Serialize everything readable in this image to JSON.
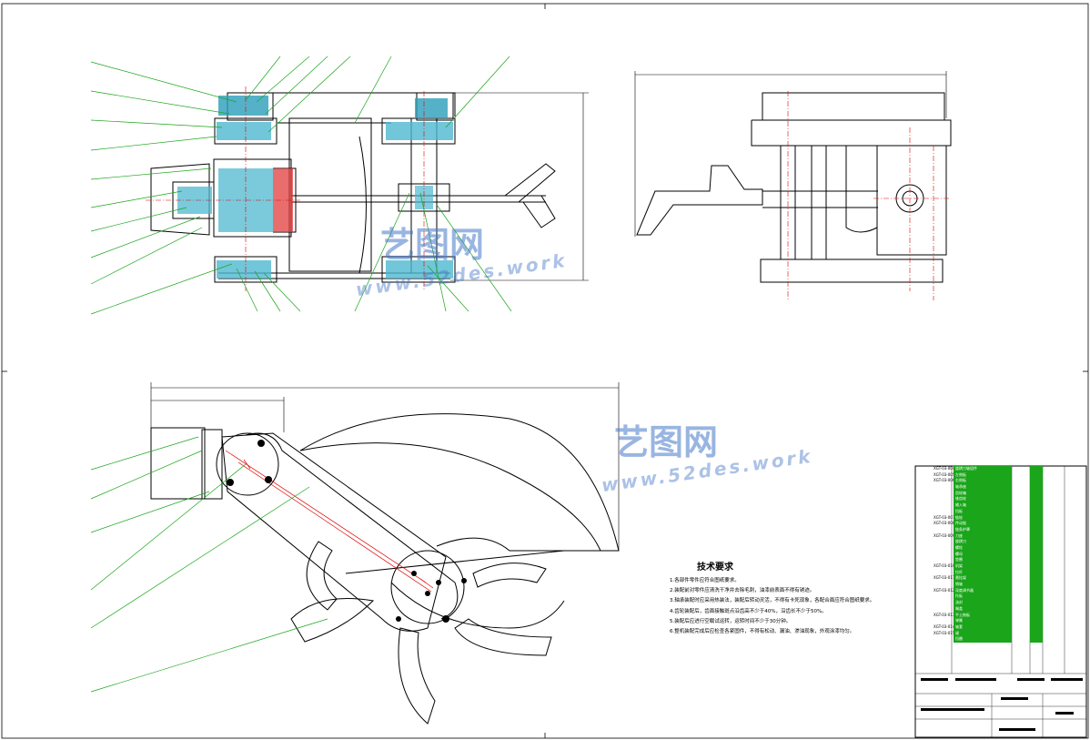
{
  "watermark": {
    "cn": "艺图网",
    "url": "www.52des.work"
  },
  "technical_requirements": {
    "title": "技术要求",
    "lines": [
      "1.各部件零件应符合图纸要求。",
      "2.装配前对零件应清洗干净并去除毛刺，油漆前表面不得有锈迹。",
      "3.轴承装配时应采用热装法，装配后转动灵活，不得有卡死现象，各配合面应符合图纸要求。",
      "4.齿轮装配后，齿面接触斑点沿齿高不少于40%，沿齿长不少于50%。",
      "5.装配后应进行空载试运转，运转时间不少于30分钟。",
      "6.整机装配完成后应检查各紧固件，不得有松动、漏油、渗油现象，外观涂漆均匀。"
    ]
  },
  "bom_rows": [
    {
      "code": "XGT-03-004",
      "name": "旋耕刀轴组件",
      "mark": "",
      "num": ""
    },
    {
      "code": "XGT-03-005",
      "name": "左侧板",
      "mark": "",
      "num": ""
    },
    {
      "code": "XGT-03-006",
      "name": "右侧板",
      "mark": "",
      "num": ""
    },
    {
      "code": "",
      "name": "轴承座",
      "mark": "",
      "num": ""
    },
    {
      "code": "",
      "name": "齿轮箱",
      "mark": "",
      "num": ""
    },
    {
      "code": "",
      "name": "锥齿轮",
      "mark": "",
      "num": ""
    },
    {
      "code": "",
      "name": "输入轴",
      "mark": "",
      "num": ""
    },
    {
      "code": "",
      "name": "挡板",
      "mark": "",
      "num": ""
    },
    {
      "code": "XGT-03-007",
      "name": "链轮",
      "mark": "",
      "num": ""
    },
    {
      "code": "XGT-03-008",
      "name": "传动链",
      "mark": "",
      "num": ""
    },
    {
      "code": "",
      "name": "链条护罩",
      "mark": "",
      "num": ""
    },
    {
      "code": "XGT-03-009",
      "name": "刀座",
      "mark": "",
      "num": ""
    },
    {
      "code": "",
      "name": "旋耕刀",
      "mark": "",
      "num": ""
    },
    {
      "code": "",
      "name": "螺栓",
      "mark": "",
      "num": ""
    },
    {
      "code": "",
      "name": "螺母",
      "mark": "",
      "num": ""
    },
    {
      "code": "",
      "name": "垫圈",
      "mark": "",
      "num": ""
    },
    {
      "code": "XGT-03-010",
      "name": "机架",
      "mark": "",
      "num": ""
    },
    {
      "code": "",
      "name": "拉杆",
      "mark": "",
      "num": ""
    },
    {
      "code": "XGT-03-011",
      "name": "悬挂架",
      "mark": "",
      "num": ""
    },
    {
      "code": "",
      "name": "销轴",
      "mark": "",
      "num": ""
    },
    {
      "code": "XGT-03-012",
      "name": "深度调节器",
      "mark": "",
      "num": ""
    },
    {
      "code": "",
      "name": "托板",
      "mark": "",
      "num": ""
    },
    {
      "code": "",
      "name": "油封",
      "mark": "",
      "num": ""
    },
    {
      "code": "",
      "name": "端盖",
      "mark": "",
      "num": ""
    },
    {
      "code": "XGT-03-013",
      "name": "平土拖板",
      "mark": "",
      "num": ""
    },
    {
      "code": "",
      "name": "弹簧",
      "mark": "",
      "num": ""
    },
    {
      "code": "XGT-03-014",
      "name": "轴套",
      "mark": "",
      "num": ""
    },
    {
      "code": "XGT-03-015",
      "name": "键",
      "mark": "",
      "num": ""
    },
    {
      "code": "",
      "name": "挡圈",
      "mark": "",
      "num": ""
    }
  ]
}
